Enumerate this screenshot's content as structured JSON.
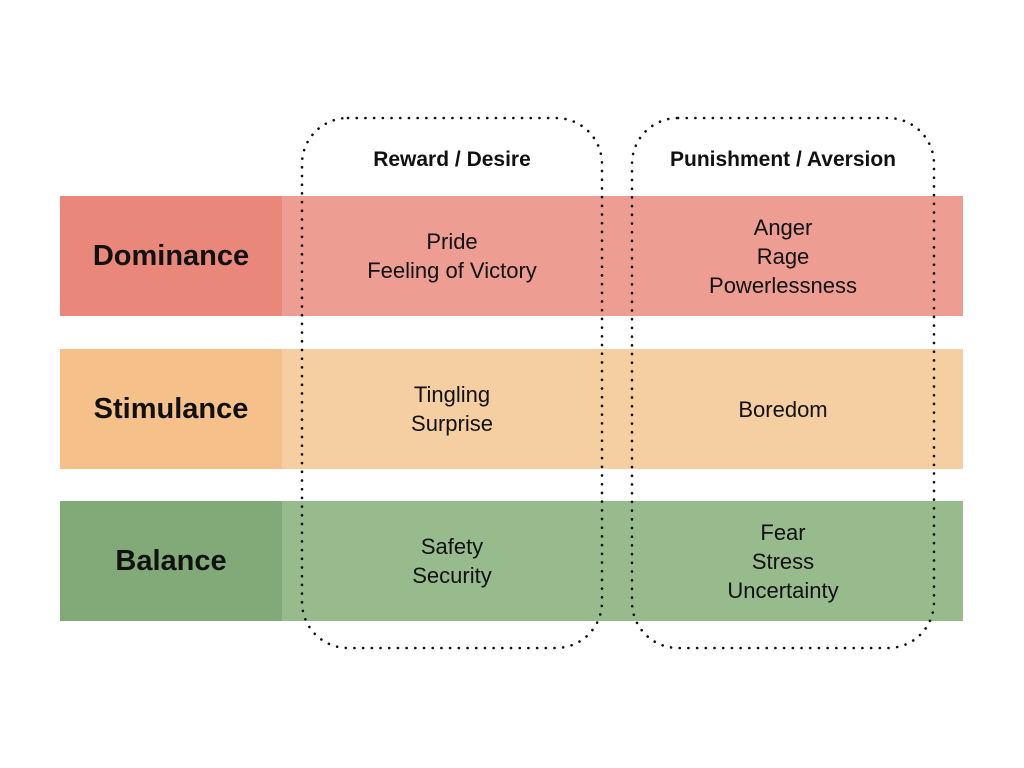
{
  "columns": {
    "reward": "Reward / Desire",
    "punishment": "Punishment / Aversion"
  },
  "rows": [
    {
      "label": "Dominance",
      "reward": [
        "Pride",
        "Feeling of Victory"
      ],
      "punishment": [
        "Anger",
        "Rage",
        "Powerlessness"
      ],
      "label_color": "#e9877a",
      "body_color": "#ed9d92"
    },
    {
      "label": "Stimulance",
      "reward": [
        "Tingling",
        "Surprise"
      ],
      "punishment": [
        "Boredom"
      ],
      "label_color": "#f5c08a",
      "body_color": "#f5cfa1"
    },
    {
      "label": "Balance",
      "reward": [
        "Safety",
        "Security"
      ],
      "punishment": [
        "Fear",
        "Stress",
        "Uncertainty"
      ],
      "label_color": "#82aa78",
      "body_color": "#98bb8e"
    }
  ],
  "border_style": "dotted"
}
